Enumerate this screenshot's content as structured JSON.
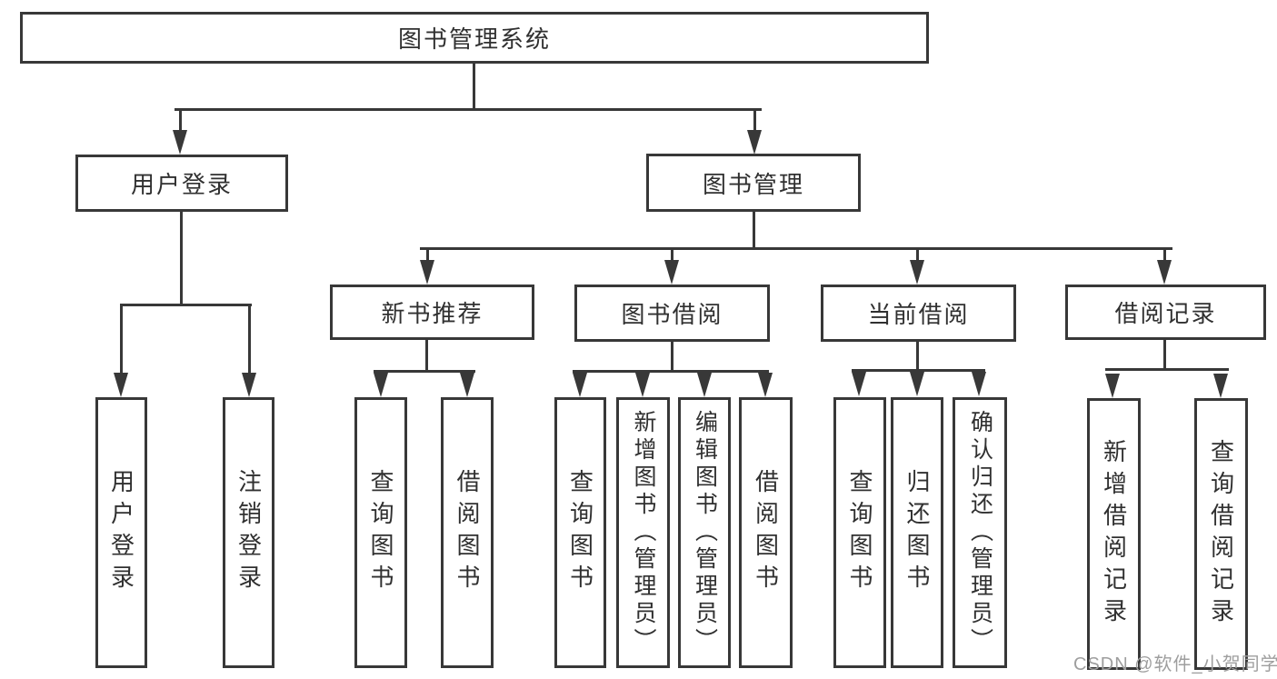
{
  "tree": {
    "root": {
      "label": "图书管理系统"
    },
    "branches": [
      {
        "label": "用户登录",
        "children": [
          {
            "label": "用户登录"
          },
          {
            "label": "注销登录"
          }
        ]
      },
      {
        "label": "图书管理",
        "children": [
          {
            "label": "新书推荐",
            "children": [
              {
                "label": "查询图书"
              },
              {
                "label": "借阅图书"
              }
            ]
          },
          {
            "label": "图书借阅",
            "children": [
              {
                "label": "查询图书"
              },
              {
                "label": "新增图书（管理员）"
              },
              {
                "label": "编辑图书（管理员）"
              },
              {
                "label": "借阅图书"
              }
            ]
          },
          {
            "label": "当前借阅",
            "children": [
              {
                "label": "查询图书"
              },
              {
                "label": "归还图书"
              },
              {
                "label": "确认归还（管理员）"
              }
            ]
          },
          {
            "label": "借阅记录",
            "children": [
              {
                "label": "新增借阅记录"
              },
              {
                "label": "查询借阅记录"
              }
            ]
          }
        ]
      }
    ]
  },
  "watermark": "CSDN @软件_小贺同学",
  "colors": {
    "line": "#383838",
    "text": "#303030",
    "watermark": "#9e9e9e",
    "background": "#ffffff"
  }
}
